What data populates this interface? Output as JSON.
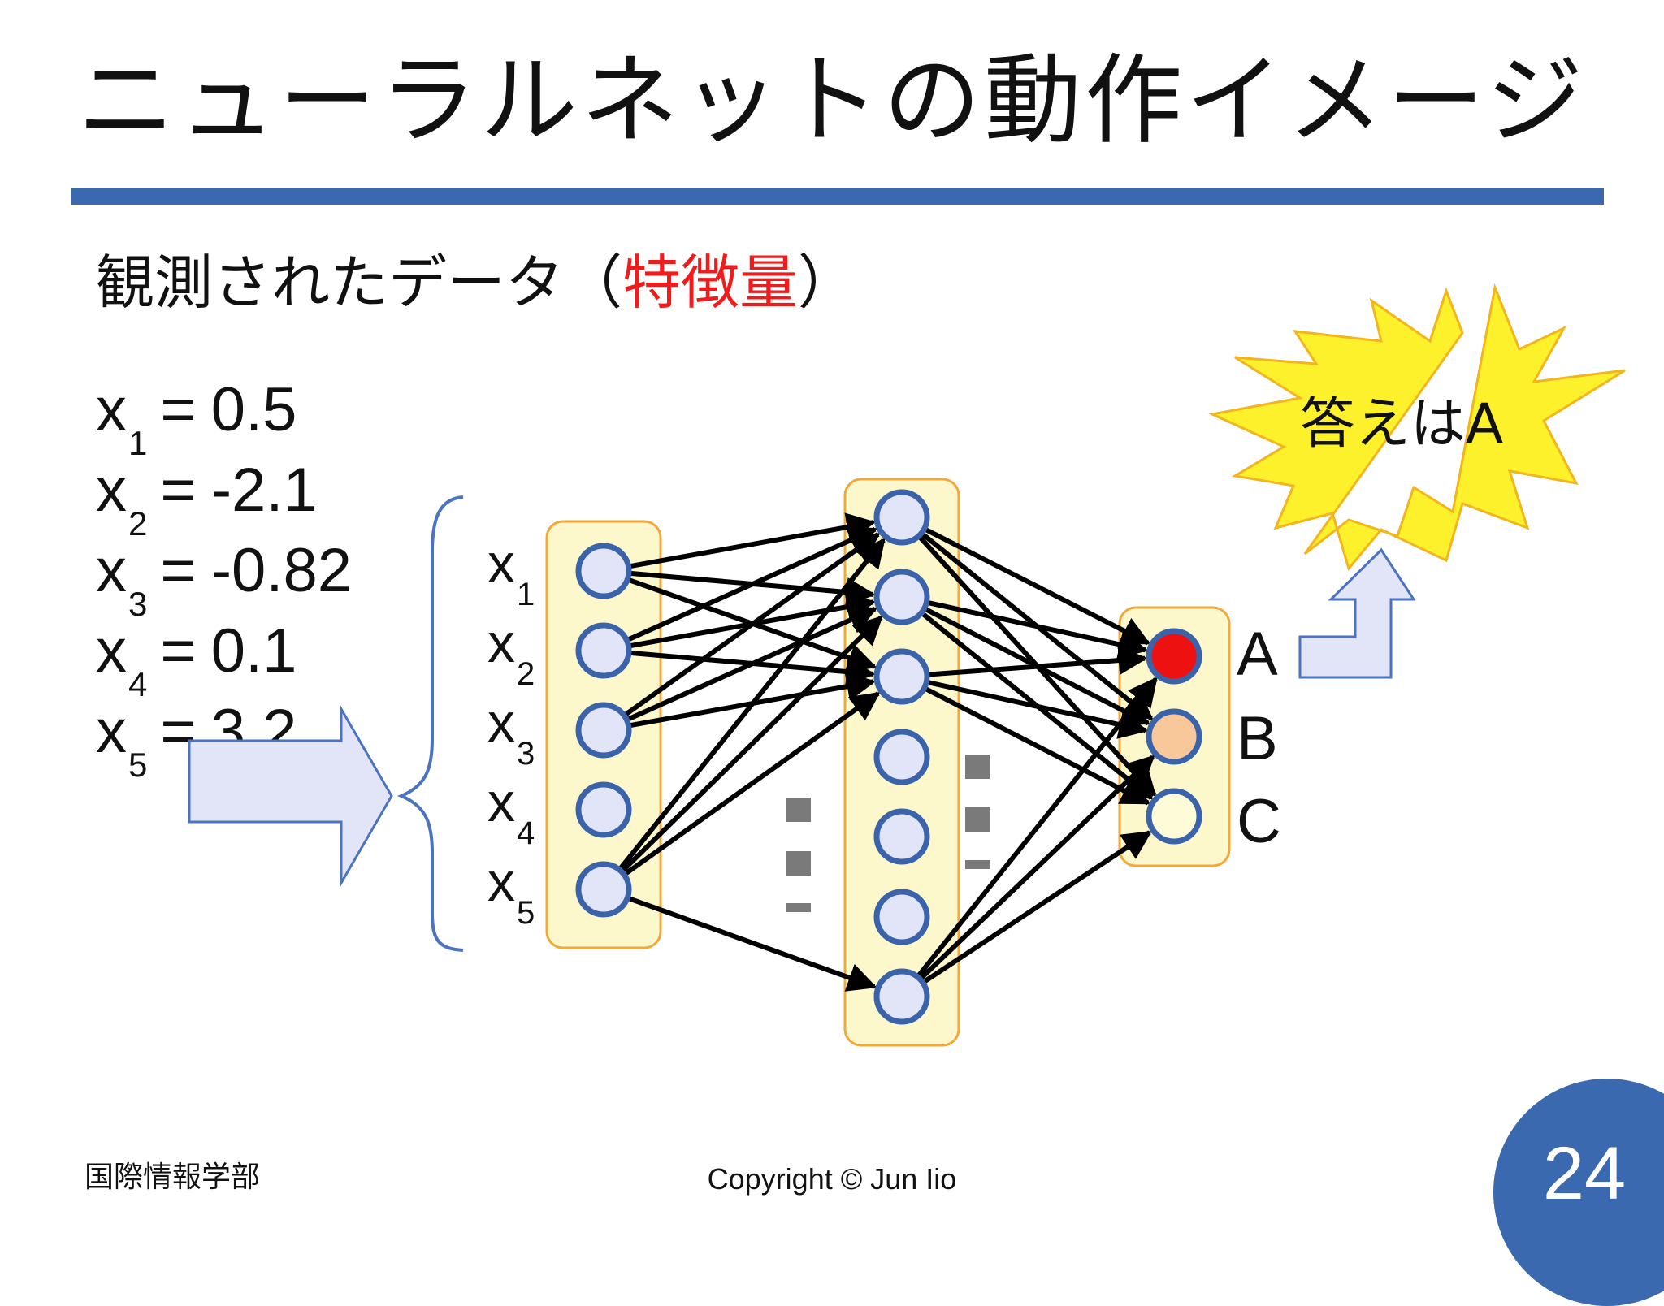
{
  "slide": {
    "title": "ニューラルネットの動作イメージ",
    "subtitle_main": "観測されたデータ",
    "subtitle_open_paren": "（",
    "subtitle_accent": "特徴量",
    "subtitle_close_paren": "）",
    "accent_color": "#ee1c1c",
    "rule_color": "#3b69b0"
  },
  "features": [
    {
      "var": "x",
      "sub": "1",
      "eq": "=",
      "value": "0.5"
    },
    {
      "var": "x",
      "sub": "2",
      "eq": "=",
      "value": "-2.1"
    },
    {
      "var": "x",
      "sub": "3",
      "eq": "=",
      "value": "-0.82"
    },
    {
      "var": "x",
      "sub": "4",
      "eq": "=",
      "value": "0.1"
    },
    {
      "var": "x",
      "sub": "5",
      "eq": "=",
      "value": "3.2"
    }
  ],
  "network": {
    "input_labels": [
      {
        "var": "x",
        "sub": "1"
      },
      {
        "var": "x",
        "sub": "2"
      },
      {
        "var": "x",
        "sub": "3"
      },
      {
        "var": "x",
        "sub": "4"
      },
      {
        "var": "x",
        "sub": "5"
      }
    ],
    "output_labels": [
      "A",
      "B",
      "C"
    ],
    "output_fill_colors": [
      "#ee1111",
      "#f8c89a",
      "#fdfbd8"
    ],
    "node_fill": "#e2e4f7",
    "node_stroke": "#3b63aa",
    "layer_fill": "#fdf7cc",
    "layer_stroke": "#f2a93b",
    "arrow_fill": "#e2e4f7",
    "arrow_stroke": "#4b73c0",
    "burst_fill": "#fdf12b",
    "burst_stroke": "#f3b51e"
  },
  "burst": {
    "text": "答えはA"
  },
  "footer": {
    "left": "国際情報学部",
    "center": "Copyright © Jun Iio",
    "page": "24"
  }
}
